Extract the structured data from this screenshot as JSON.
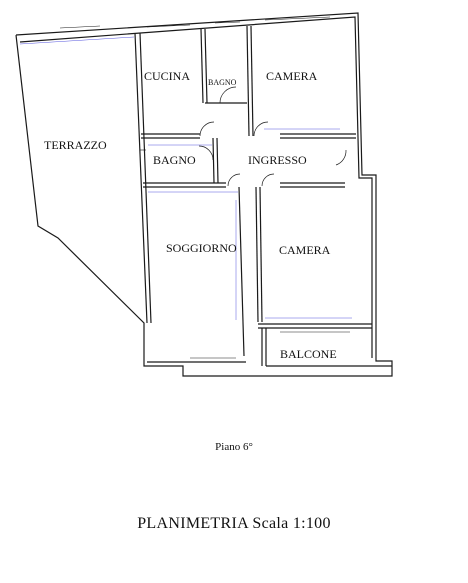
{
  "rooms": {
    "cucina": "CUCINA",
    "bagno_small": "BAGNO",
    "camera_top": "CAMERA",
    "terrazzo": "TERRAZZO",
    "bagno": "BAGNO",
    "ingresso": "INGRESSO",
    "soggiorno": "SOGGIORNO",
    "camera_bottom": "CAMERA",
    "balcone": "BALCONE"
  },
  "floor_label": "Piano 6°",
  "title": "PLANIMETRIA Scala 1:100",
  "colors": {
    "walls": "#1a1a1a",
    "dimensions": "#2b2bd6"
  }
}
